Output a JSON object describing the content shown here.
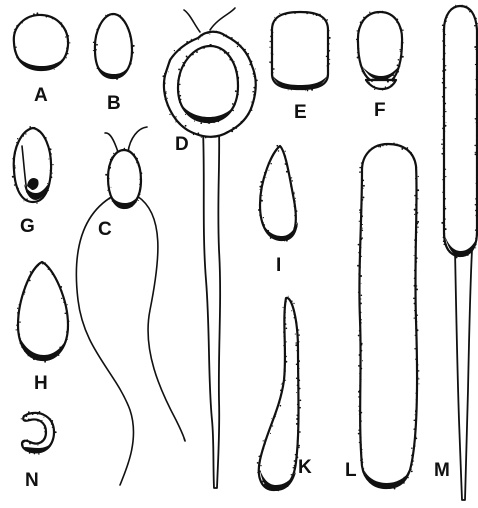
{
  "labels": {
    "a": "A",
    "b": "B",
    "c": "C",
    "d": "D",
    "e": "E",
    "f": "F",
    "g": "G",
    "h": "H",
    "i": "I",
    "k": "K",
    "l": "L",
    "m": "M",
    "n": "N"
  },
  "colors": {
    "ink": "#111111",
    "paper": "#ffffff"
  }
}
